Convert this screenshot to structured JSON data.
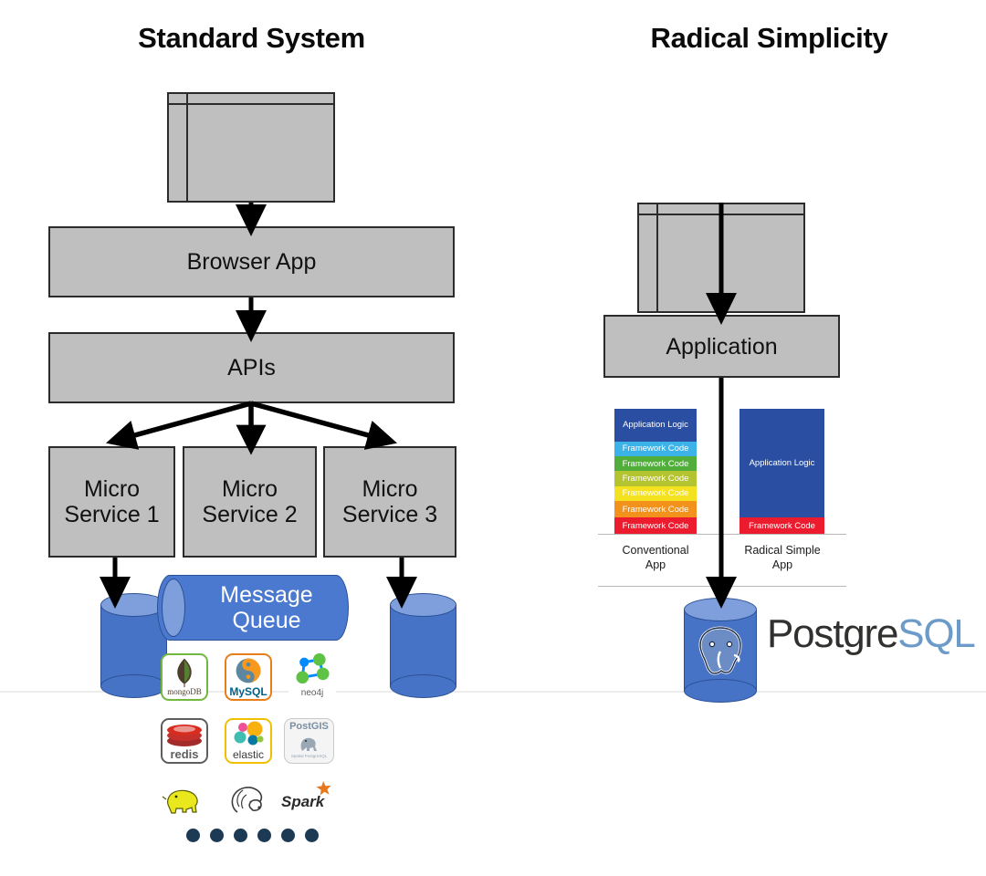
{
  "diagram": {
    "type": "architecture-comparison",
    "panels": [
      {
        "id": "standard",
        "title": "Standard System",
        "nodes": [
          {
            "name": "browser-window",
            "label": ""
          },
          {
            "name": "browser-app",
            "label": "Browser App"
          },
          {
            "name": "apis",
            "label": "APIs"
          },
          {
            "name": "micro-service-1",
            "label": "Micro\nService 1"
          },
          {
            "name": "micro-service-2",
            "label": "Micro\nService 2"
          },
          {
            "name": "micro-service-3",
            "label": "Micro\nService 3"
          },
          {
            "name": "message-queue",
            "label": "Message\nQueue"
          }
        ],
        "micro_services": [
          {
            "line1": "Micro",
            "line2": "Service 1"
          },
          {
            "line1": "Micro",
            "line2": "Service 2"
          },
          {
            "line1": "Micro",
            "line2": "Service 3"
          }
        ],
        "browser_app_label": "Browser App",
        "apis_label": "APIs",
        "message_queue": {
          "line1": "Message",
          "line2": "Queue"
        },
        "tech_logos": [
          {
            "name": "mongodb",
            "caption": "mongoDB",
            "border": "#73b83e"
          },
          {
            "name": "mysql",
            "caption": "MySQL",
            "border": "#e87d19"
          },
          {
            "name": "neo4j",
            "caption": "neo4j",
            "border": "none"
          },
          {
            "name": "redis",
            "caption": "redis",
            "border": "#5e5e5e"
          },
          {
            "name": "elastic",
            "caption": "elastic",
            "border": "#f0c000"
          },
          {
            "name": "postgis",
            "caption": "PostGIS",
            "subcaption": "Spatial PostgreSQL",
            "border": "#c9c9c9"
          },
          {
            "name": "hadoop",
            "caption": "",
            "border": "none"
          },
          {
            "name": "flink",
            "caption": "",
            "border": "none"
          },
          {
            "name": "spark",
            "caption": "Spark",
            "border": "none"
          }
        ],
        "ellipsis_dot_count": 6
      },
      {
        "id": "radical",
        "title": "Radical Simplicity",
        "nodes": [
          {
            "name": "browser-window",
            "label": ""
          },
          {
            "name": "application",
            "label": "Application"
          }
        ],
        "application_label": "Application",
        "database_label": "PostgreSQL",
        "postgres_wordmark": {
          "part1": "Postgre",
          "part2": "SQL"
        }
      }
    ]
  },
  "chart_data": {
    "type": "bar",
    "title": "",
    "xlabel": "",
    "ylabel": "",
    "categories": [
      "Conventional App",
      "Radical Simple App"
    ],
    "category_labels": [
      {
        "line1": "Conventional",
        "line2": "App"
      },
      {
        "line1": "Radical Simple",
        "line2": "App"
      }
    ],
    "stacked": true,
    "ylim": [
      0,
      100
    ],
    "grid": false,
    "legend_position": "none",
    "series": [
      {
        "name": "Conventional App",
        "segments": [
          {
            "label": "Application Logic",
            "value": 26,
            "color": "#2a4fa2"
          },
          {
            "label": "Framework Code",
            "value": 12,
            "color": "#3cb3e8"
          },
          {
            "label": "Framework Code",
            "value": 12,
            "color": "#52ae3a"
          },
          {
            "label": "Framework Code",
            "value": 12,
            "color": "#b4c330"
          },
          {
            "label": "Framework Code",
            "value": 12,
            "color": "#f4e120"
          },
          {
            "label": "Framework Code",
            "value": 13,
            "color": "#f2921d"
          },
          {
            "label": "Framework Code",
            "value": 13,
            "color": "#ed1b2e"
          }
        ]
      },
      {
        "name": "Radical Simple App",
        "segments": [
          {
            "label": "Application Logic",
            "value": 87,
            "color": "#2a4fa2"
          },
          {
            "label": "Framework Code",
            "value": 13,
            "color": "#ed1b2e"
          }
        ]
      }
    ]
  },
  "colors": {
    "box_fill": "#bfbfbf",
    "box_stroke": "#2b2b2b",
    "cylinder_blue": "#4773c7",
    "cylinder_top": "#7e9fdb",
    "queue_blue": "#4a79cf",
    "postgres_blue": "#6d9bc9",
    "postgres_dark": "#31302f",
    "dot_navy": "#1d3a54",
    "arrow": "#000000"
  }
}
